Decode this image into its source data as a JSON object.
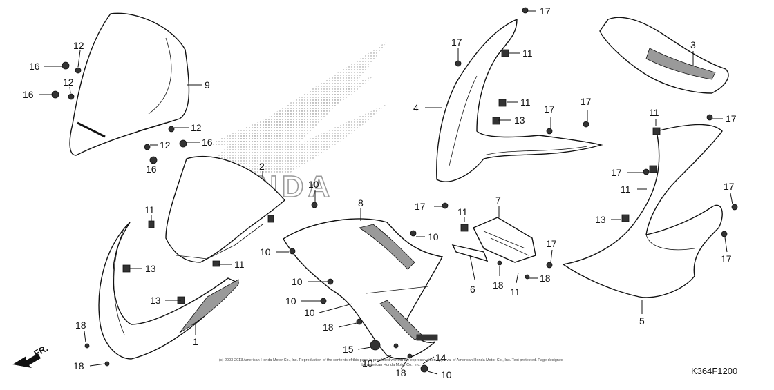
{
  "diagram": {
    "figure_code": "K364F1200",
    "front_label": "FR.",
    "watermark_text": "HONDA",
    "copyright": "(c) 2003-2013 American Honda Motor Co., Inc. Reproduction of the contents of this page is prohibited without the express written approval of American Honda Motor Co., Inc. Text protected. Page designed by american Honda Motor Co., Inc."
  },
  "callouts": [
    {
      "id": "c16a",
      "label": "16"
    },
    {
      "id": "c12a",
      "label": "12"
    },
    {
      "id": "c12b",
      "label": "12"
    },
    {
      "id": "c16b",
      "label": "16"
    },
    {
      "id": "c9",
      "label": "9"
    },
    {
      "id": "c12c",
      "label": "12"
    },
    {
      "id": "c12d",
      "label": "12"
    },
    {
      "id": "c16c",
      "label": "16"
    },
    {
      "id": "c16d",
      "label": "16"
    },
    {
      "id": "c2",
      "label": "2"
    },
    {
      "id": "c11a",
      "label": "11"
    },
    {
      "id": "c13a",
      "label": "13"
    },
    {
      "id": "c11b",
      "label": "11"
    },
    {
      "id": "c13b",
      "label": "13"
    },
    {
      "id": "c1",
      "label": "1"
    },
    {
      "id": "c18a",
      "label": "18"
    },
    {
      "id": "c18b",
      "label": "18"
    },
    {
      "id": "c10a",
      "label": "10"
    },
    {
      "id": "c8",
      "label": "8"
    },
    {
      "id": "c10b",
      "label": "10"
    },
    {
      "id": "c10c",
      "label": "10"
    },
    {
      "id": "c10d",
      "label": "10"
    },
    {
      "id": "c10e",
      "label": "10"
    },
    {
      "id": "c18c",
      "label": "18"
    },
    {
      "id": "c10f",
      "label": "10"
    },
    {
      "id": "c15",
      "label": "15"
    },
    {
      "id": "c10g",
      "label": "10"
    },
    {
      "id": "c18d",
      "label": "18"
    },
    {
      "id": "c14",
      "label": "14"
    },
    {
      "id": "c10h",
      "label": "10"
    },
    {
      "id": "c17a",
      "label": "17"
    },
    {
      "id": "c17b",
      "label": "17"
    },
    {
      "id": "c11c",
      "label": "11"
    },
    {
      "id": "c4",
      "label": "4"
    },
    {
      "id": "c11d",
      "label": "11"
    },
    {
      "id": "c13c",
      "label": "13"
    },
    {
      "id": "c17c",
      "label": "17"
    },
    {
      "id": "c17d",
      "label": "17"
    },
    {
      "id": "c17e",
      "label": "17"
    },
    {
      "id": "c11e",
      "label": "11"
    },
    {
      "id": "c7",
      "label": "7"
    },
    {
      "id": "c6",
      "label": "6"
    },
    {
      "id": "c18e",
      "label": "18"
    },
    {
      "id": "c11f",
      "label": "11"
    },
    {
      "id": "c18f",
      "label": "18"
    },
    {
      "id": "c3",
      "label": "3"
    },
    {
      "id": "c11g",
      "label": "11"
    },
    {
      "id": "c17f",
      "label": "17"
    },
    {
      "id": "c17g",
      "label": "17"
    },
    {
      "id": "c11h",
      "label": "11"
    },
    {
      "id": "c17h",
      "label": "17"
    },
    {
      "id": "c13d",
      "label": "13"
    },
    {
      "id": "c17i",
      "label": "17"
    },
    {
      "id": "c17j",
      "label": "17"
    },
    {
      "id": "c5",
      "label": "5"
    }
  ]
}
